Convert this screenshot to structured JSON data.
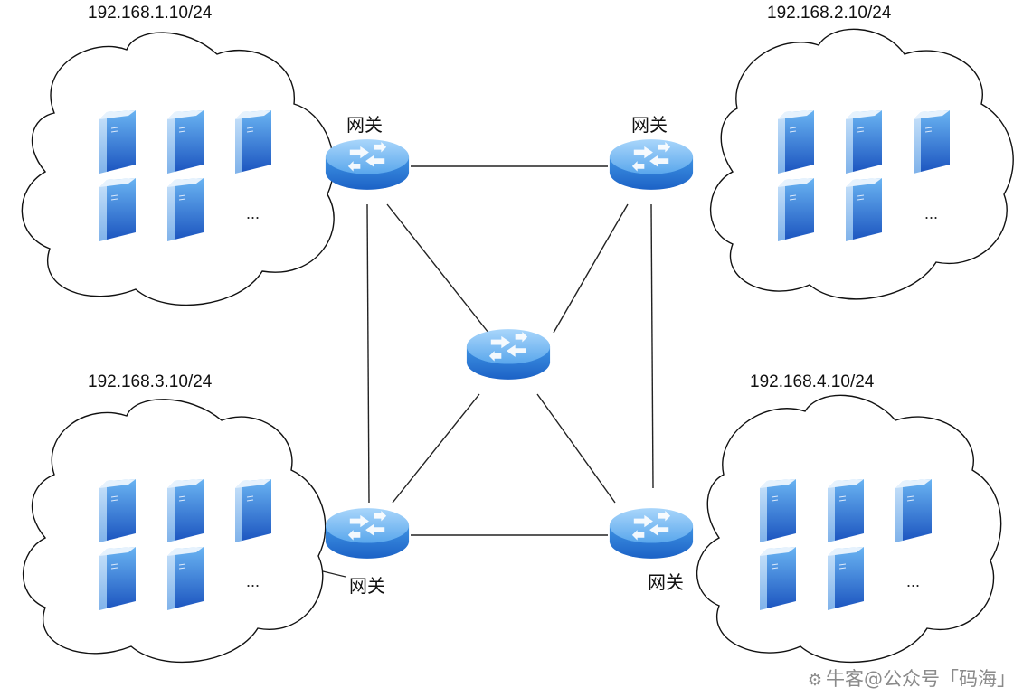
{
  "networks": [
    {
      "id": "net1",
      "cidr": "192.168.1.10/24",
      "more": "..."
    },
    {
      "id": "net2",
      "cidr": "192.168.2.10/24",
      "more": "..."
    },
    {
      "id": "net3",
      "cidr": "192.168.3.10/24",
      "more": "..."
    },
    {
      "id": "net4",
      "cidr": "192.168.4.10/24",
      "more": "..."
    }
  ],
  "gateways": [
    {
      "id": "gw1",
      "label": "网关"
    },
    {
      "id": "gw2",
      "label": "网关"
    },
    {
      "id": "gw3",
      "label": "网关"
    },
    {
      "id": "gw4",
      "label": "网关"
    }
  ],
  "center_router": {
    "id": "core"
  },
  "links": [
    [
      "gw1",
      "gw2"
    ],
    [
      "gw1",
      "gw3"
    ],
    [
      "gw2",
      "gw4"
    ],
    [
      "gw3",
      "gw4"
    ],
    [
      "gw1",
      "core"
    ],
    [
      "gw2",
      "core"
    ],
    [
      "gw3",
      "core"
    ],
    [
      "gw4",
      "core"
    ]
  ],
  "watermark": {
    "text": "牛客@公众号「码海」"
  },
  "colors": {
    "server_light": "#5fa8ea",
    "server_dark": "#1f5fc4",
    "router": "#3d8fe0",
    "line": "#222222"
  }
}
